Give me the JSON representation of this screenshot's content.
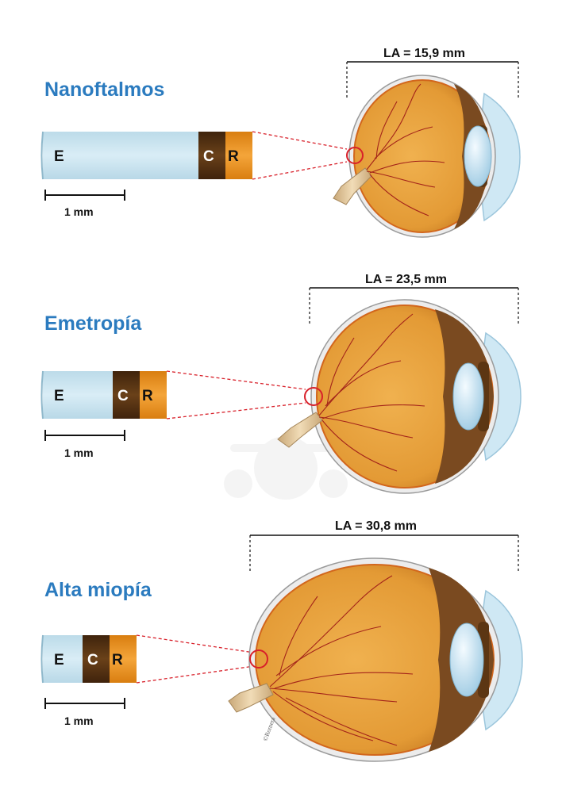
{
  "sections": [
    {
      "title": "Nanoftalmos",
      "axial_length_label": "LA = 15,9 mm",
      "layers": {
        "sclera": "E",
        "choroid": "C",
        "retina": "R"
      },
      "scale_label": "1 mm"
    },
    {
      "title": "Emetropía",
      "axial_length_label": "LA = 23,5 mm",
      "layers": {
        "sclera": "E",
        "choroid": "C",
        "retina": "R"
      },
      "scale_label": "1 mm"
    },
    {
      "title": "Alta miopía",
      "axial_length_label": "LA = 30,8 mm",
      "layers": {
        "sclera": "E",
        "choroid": "C",
        "retina": "R"
      },
      "scale_label": "1 mm"
    }
  ],
  "signature": "©Romera",
  "colors": {
    "title": "#2b7bbf",
    "sclera": "#cfe7f2",
    "choroid": "#5a3516",
    "retina": "#ee9420",
    "eyeball": "#e9a43e",
    "highlight_circle": "#d8202a",
    "cornea": "#cfe8f4"
  }
}
